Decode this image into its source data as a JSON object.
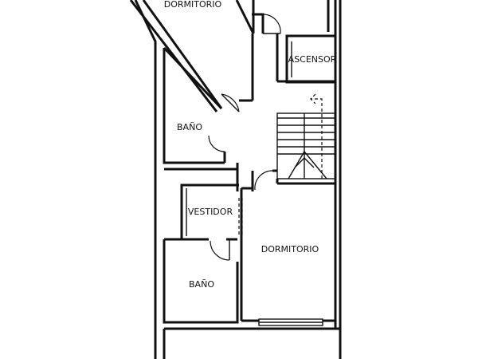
{
  "plan": {
    "rooms": {
      "dormitorio_top": "DORMITORIO",
      "ascensor": "ASCENSOR",
      "bano_upper": "BAÑO",
      "vestidor": "VESTIDOR",
      "dormitorio_main": "DORMITORIO",
      "bano_lower": "BAÑO"
    }
  }
}
